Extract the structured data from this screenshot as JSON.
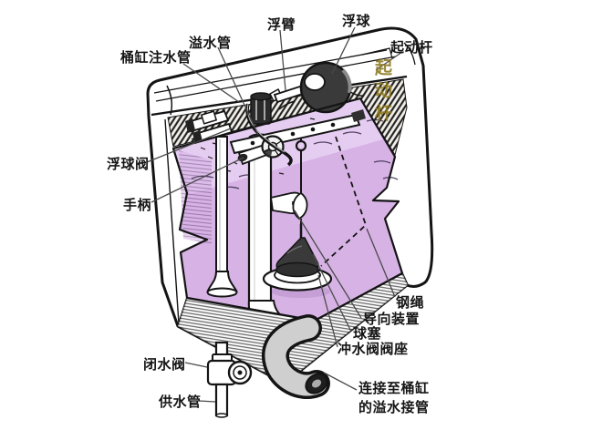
{
  "diagram": {
    "subject": "toilet-tank-cutaway",
    "colors": {
      "water": "#d7b2e5",
      "water_top": "#e7d0f3",
      "outline": "#141414",
      "dark_part": "#3a3a3a",
      "metal": "#cfcfcf",
      "watermark": "#8a761a",
      "label_text": "#151515",
      "leader": "#4a4a4a",
      "background": "#ffffff"
    },
    "labels": [
      {
        "id": "bowl-fill-tube",
        "text": "桶缸注水管"
      },
      {
        "id": "overflow-pipe",
        "text": "溢水管"
      },
      {
        "id": "float-arm",
        "text": "浮臂"
      },
      {
        "id": "float-ball",
        "text": "浮球"
      },
      {
        "id": "trigger-lever",
        "text": "起动杆"
      },
      {
        "id": "float-ball-valve",
        "text": "浮球阀"
      },
      {
        "id": "handle",
        "text": "手柄"
      },
      {
        "id": "shutoff-valve",
        "text": "闭水阀"
      },
      {
        "id": "supply-pipe",
        "text": "供水管"
      },
      {
        "id": "steel-wire",
        "text": "钢绳"
      },
      {
        "id": "guide-device",
        "text": "导向装置"
      },
      {
        "id": "ball-plug",
        "text": "球塞"
      },
      {
        "id": "flush-valve-seat",
        "text": "冲水阀阀座"
      },
      {
        "id": "overflow-connection",
        "text": "连接至桶缸\n的溢水接管"
      }
    ],
    "watermark": {
      "text": "起动杆"
    }
  }
}
